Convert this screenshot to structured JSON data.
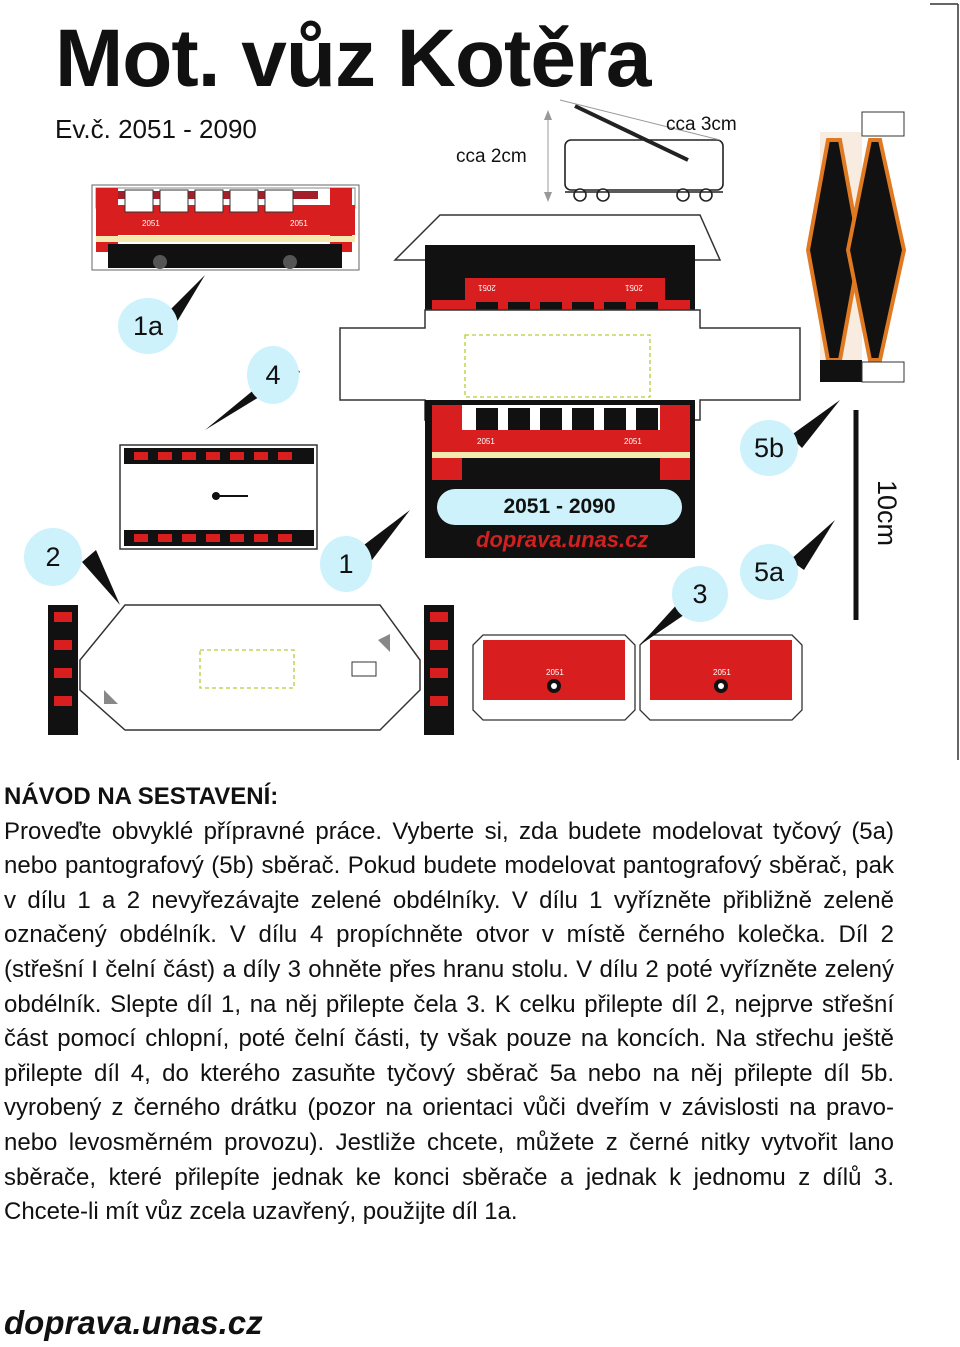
{
  "title": "Mot. vůz Kotěra",
  "subtitle": "Ev.č. 2051 - 2090",
  "dimension_labels": {
    "height": "cca 2cm",
    "length": "cca 3cm",
    "scale": "10cm"
  },
  "part_labels": {
    "p1a": "1a",
    "p4": "4",
    "p2": "2",
    "p1": "1",
    "p3": "3",
    "p5a": "5a",
    "p5b": "5b"
  },
  "range_pill": "2051 - 2090",
  "website_on_model": "doprava.unas.cz",
  "car_number": "2051",
  "car_number_mirrored": "2051",
  "instructions": {
    "heading": "NÁVOD NA SESTAVENÍ:",
    "body": "Proveďte obvyklé přípravné práce. Vyberte si, zda budete modelovat tyčový (5a) nebo pantografový (5b) sběrač. Pokud budete modelovat pantografový sběrač, pak v dílu 1 a 2 nevyřezávajte zelené obdélníky. V dílu 1 vyřízněte přibližně zeleně označený obdélník. V dílu 4 propíchněte otvor v místě černého kolečka. Díl 2 (střešní I čelní část) a díly 3 ohněte přes hranu stolu. V dílu 2 poté vyřízněte zelený obdélník. Slepte díl 1, na něj přilepte čela 3. K celku přilepte díl 2, nejprve střešní část pomocí chlopní, poté čelní části, ty však pouze na koncích. Na střechu ještě přilepte díl 4, do kterého zasuňte tyčový sběrač 5a nebo na něj přilepte díl 5b. vyrobený z černého drátku (pozor na orientaci vůči dveřím v závislosti na pravo- nebo levosměrném provozu). Jestliže chcete, můžete z černé nitky vytvořit lano sběrače, které přilepíte jednak ke konci sběrače a jednak k jednomu z dílů 3. Chcete-li mít vůz zcela uzavřený, použijte díl 1a."
  },
  "footer": "doprava.unas.cz",
  "colors": {
    "tram_red": "#d81e1e",
    "tram_cream": "#f4e9b0",
    "bubble": "#cdf2fb",
    "outline": "#222222",
    "black": "#111111",
    "orange": "#e07a22",
    "green_cut": "#b6cc3a"
  }
}
